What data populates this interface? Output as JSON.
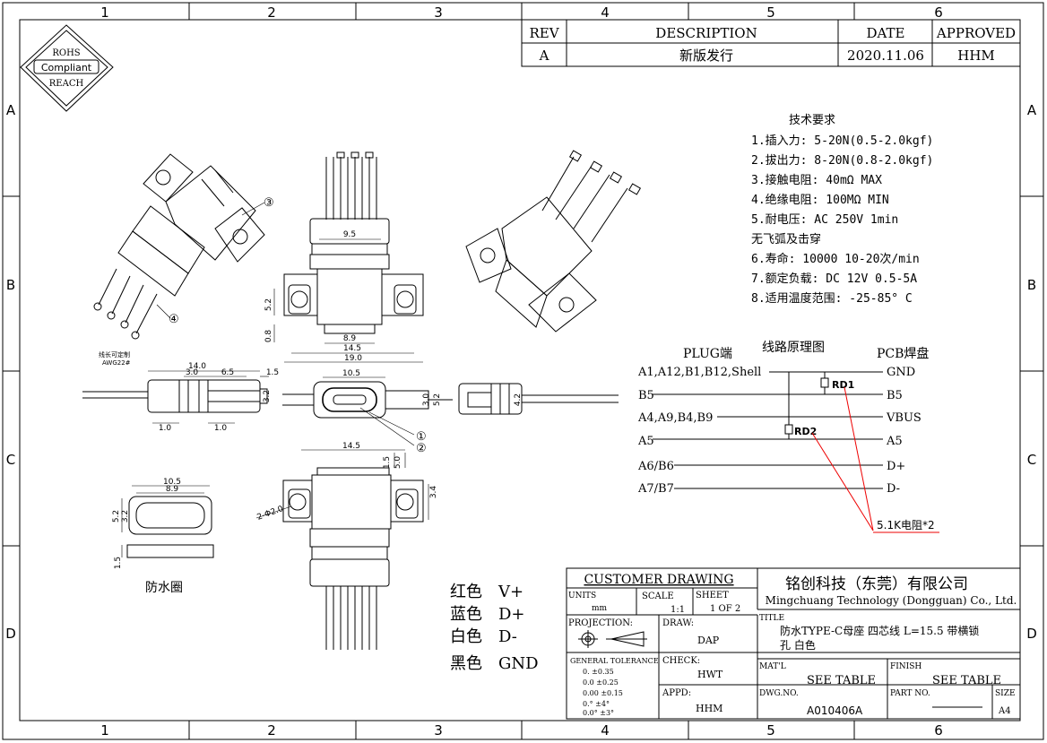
{
  "frame": {
    "cols": [
      "1",
      "2",
      "3",
      "4",
      "5",
      "6"
    ],
    "rows": [
      "A",
      "B",
      "C",
      "D"
    ]
  },
  "rohs": {
    "line1": "ROHS",
    "line2": "Compliant",
    "line3": "REACH"
  },
  "revision": {
    "headers": {
      "rev": "REV",
      "desc": "DESCRIPTION",
      "date": "DATE",
      "approved": "APPROVED"
    },
    "row": {
      "rev": "A",
      "desc": "新版发行",
      "date": "2020.11.06",
      "approved": "HHM"
    }
  },
  "tech": {
    "title": "技术要求",
    "items": [
      "1.插入力: 5-20N(0.5-2.0kgf)",
      "2.拔出力: 8-20N(0.8-2.0kgf)",
      "3.接触电阻: 40mΩ MAX",
      "4.绝缘电阻: 100MΩ MIN",
      "5.耐电压: AC 250V 1min",
      "无飞弧及击穿",
      "6.寿命: 10000 10-20次/min",
      "7.额定负载: DC 12V 0.5-5A",
      "8.适用温度范围: -25-85° C"
    ]
  },
  "schematic": {
    "plug_title": "PLUG端",
    "circuit_title": "线路原理图",
    "pcb_title": "PCB焊盘",
    "rows": [
      {
        "left": "A1,A12,B1,B12,Shell",
        "right": "GND"
      },
      {
        "left": "B5",
        "right": "B5"
      },
      {
        "left": "A4,A9,B4,B9",
        "right": "VBUS"
      },
      {
        "left": "A5",
        "right": "A5"
      },
      {
        "left": "A6/B6",
        "right": "D+"
      },
      {
        "left": "A7/B7",
        "right": "D-"
      }
    ],
    "r1": "RD1",
    "r2": "RD2",
    "resistor_note": "5.1K电阻*2"
  },
  "dims": {
    "top_width_inner": "9.5",
    "top_h": "5.2",
    "top_small": "0.8",
    "top_8_9": "8.9",
    "top_14_5": "14.5",
    "top_19_0": "19.0",
    "side_wire_note1": "线长可定制",
    "side_wire_note2": "AWG22#",
    "side_14_0": "14.0",
    "side_3_0": "3.0",
    "side_6_5": "6.5",
    "side_1_5": "1.5",
    "side_1_0a": "1.0",
    "side_1_0b": "1.0",
    "side_3_2": "3.2",
    "front_10_5": "10.5",
    "front_3_0": "3.0",
    "front_5_2": "5.2",
    "end_4_2": "4.2",
    "bot_14_5": "14.5",
    "bot_1_5": "1.5",
    "bot_5_0": "5.0",
    "bot_3_4": "3.4",
    "bot_hole": "2-Φ2.0",
    "gasket_10_5": "10.5",
    "gasket_8_9": "8.9",
    "gasket_5_2": "5.2",
    "gasket_3_2": "3.2",
    "gasket_1_5": "1.5",
    "gasket_label": "防水圈",
    "callout1": "①",
    "callout2": "②",
    "callout3": "③",
    "callout4": "④"
  },
  "colors_legend": [
    {
      "name": "红色",
      "signal": "V+"
    },
    {
      "name": "蓝色",
      "signal": "D+"
    },
    {
      "name": "白色",
      "signal": "D-"
    },
    {
      "name": "黑色",
      "signal": "GND"
    }
  ],
  "titleblock": {
    "customer": "CUSTOMER DRAWING",
    "company_cn": "铭创科技（东莞）有限公司",
    "company_en": "Mingchuang Technology (Dongguan) Co., Ltd.",
    "units_label": "UNITS",
    "units": "mm",
    "scale_label": "SCALE",
    "scale": "1:1",
    "sheet_label": "SHEET",
    "sheet": "1 OF 2",
    "projection": "PROJECTION:",
    "draw_label": "DRAW:",
    "draw": "DAP",
    "check_label": "CHECK:",
    "check": "HWT",
    "appd_label": "APPD:",
    "appd": "HHM",
    "title_label": "TITLE",
    "title1": "防水TYPE-C母座 四芯线 L=15.5 带横锁",
    "title2": "孔 白色",
    "matl_label": "MAT'L",
    "matl": "SEE TABLE",
    "finish_label": "FINISH",
    "finish": "SEE TABLE",
    "dwg_label": "DWG.NO.",
    "dwg": "A010406A",
    "part_label": "PART NO.",
    "size_label": "SIZE",
    "size": "A4",
    "tol_title": "GENERAL TOLERANCE",
    "tol": [
      "0.  ±0.35",
      "0.0  ±0.25",
      "0.00 ±0.15",
      "0.°  ±4°",
      "0.0° ±3°"
    ]
  }
}
